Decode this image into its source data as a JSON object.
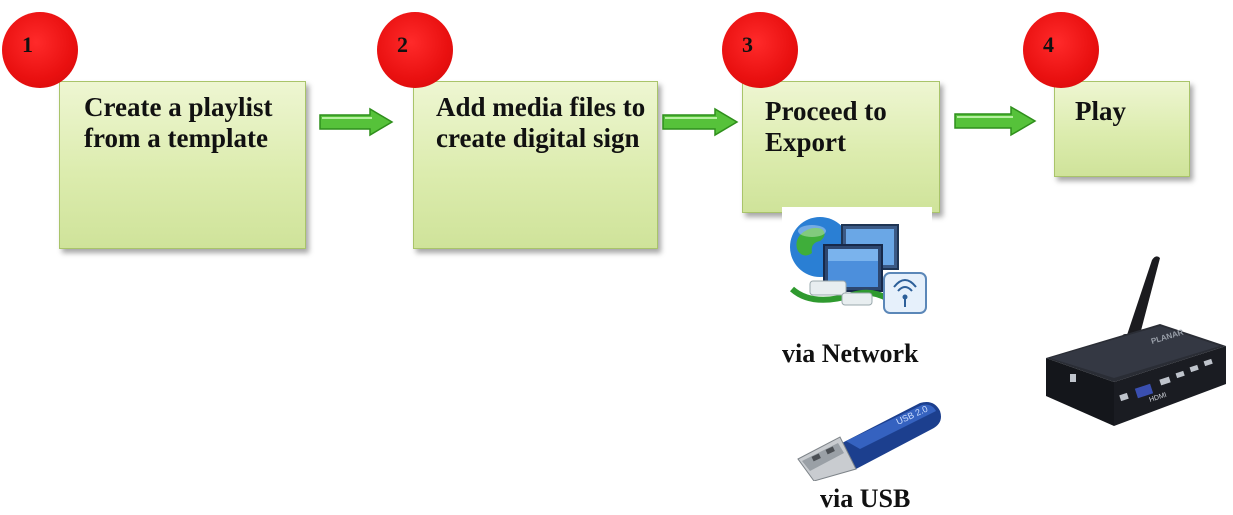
{
  "steps": [
    {
      "number": "1",
      "label": "Create a playlist from a template"
    },
    {
      "number": "2",
      "label": "Add media files to create digital sign"
    },
    {
      "number": "3",
      "label": "Proceed to Export"
    },
    {
      "number": "4",
      "label": "Play"
    }
  ],
  "export_options": {
    "network": {
      "label": "via Network",
      "icon": "network-globe-computers-icon"
    },
    "usb": {
      "label": "via USB",
      "icon": "usb-drive-icon"
    }
  },
  "player": {
    "icon": "media-player-device-icon",
    "brand_text": "PLANAR",
    "port_text": "HDMI"
  },
  "colors": {
    "box_fill": "#dcecae",
    "box_border": "#a9c46a",
    "badge": "#e91010",
    "arrow": "#4fb82e"
  }
}
